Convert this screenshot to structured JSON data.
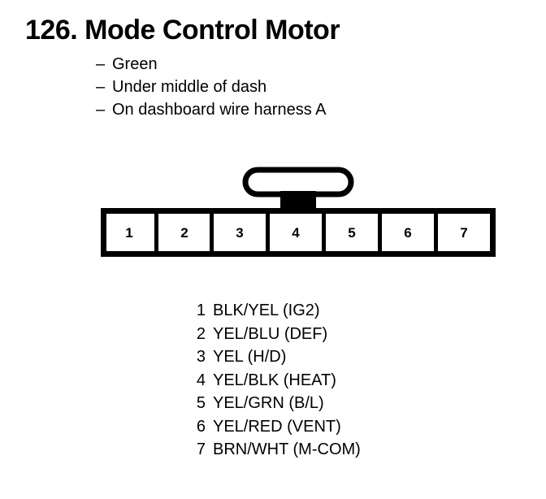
{
  "page": {
    "title": "126. Mode Control Motor",
    "ink_color": "#000000",
    "background_color": "#ffffff"
  },
  "details": {
    "bullet_marker": "–",
    "items": [
      "Green",
      "Under middle of dash",
      "On dashboard wire harness A"
    ]
  },
  "connector": {
    "name": "7-pin connector",
    "pin_count": 7,
    "latch": "locking-tab",
    "pin_numbers": [
      "1",
      "2",
      "3",
      "4",
      "5",
      "6",
      "7"
    ]
  },
  "pinout": {
    "rows": [
      {
        "pin": "1",
        "desc": "BLK/YEL (IG2)"
      },
      {
        "pin": "2",
        "desc": "YEL/BLU (DEF)"
      },
      {
        "pin": "3",
        "desc": "YEL (H/D)"
      },
      {
        "pin": "4",
        "desc": "YEL/BLK (HEAT)"
      },
      {
        "pin": "5",
        "desc": "YEL/GRN (B/L)"
      },
      {
        "pin": "6",
        "desc": "YEL/RED (VENT)"
      },
      {
        "pin": "7",
        "desc": "BRN/WHT (M-COM)"
      }
    ]
  }
}
